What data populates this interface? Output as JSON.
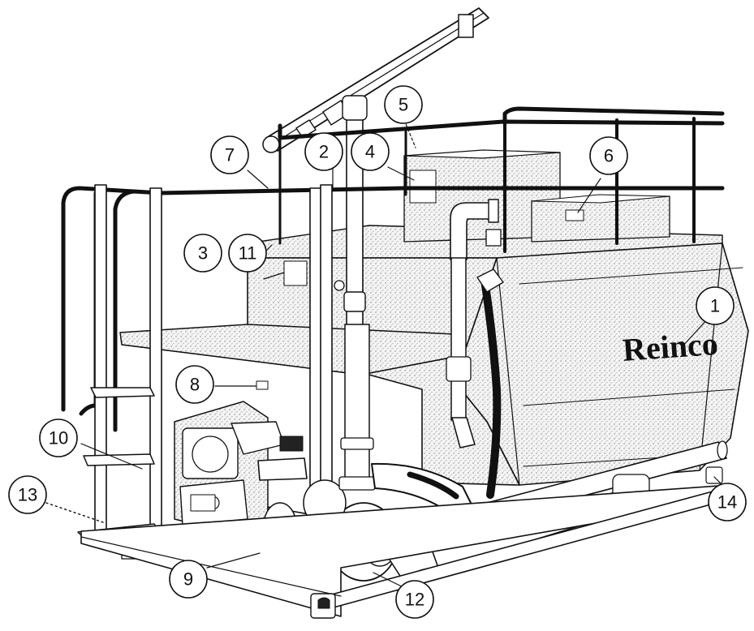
{
  "diagram": {
    "brand_label": "Reinco",
    "callouts": [
      {
        "id": "1",
        "label": "1"
      },
      {
        "id": "2",
        "label": "2"
      },
      {
        "id": "3",
        "label": "3"
      },
      {
        "id": "4",
        "label": "4"
      },
      {
        "id": "5",
        "label": "5"
      },
      {
        "id": "6",
        "label": "6"
      },
      {
        "id": "7",
        "label": "7"
      },
      {
        "id": "8",
        "label": "8"
      },
      {
        "id": "9",
        "label": "9"
      },
      {
        "id": "10",
        "label": "10"
      },
      {
        "id": "11",
        "label": "11"
      },
      {
        "id": "12",
        "label": "12"
      },
      {
        "id": "13",
        "label": "13"
      },
      {
        "id": "14",
        "label": "14"
      }
    ]
  }
}
